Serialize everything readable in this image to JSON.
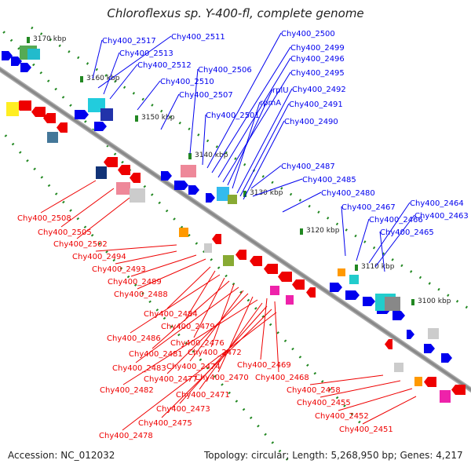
{
  "title": "Chloroflexus sp. Y-400-fl, complete genome",
  "footer": {
    "accession": "Accession: NC_012032",
    "summary": "Topology: circular; Length: 5,268,950 bp; Genes: 4,217"
  },
  "scale_labels": [
    "3170 kbp",
    "3160 kbp",
    "3150 kbp",
    "3140 kbp",
    "3130 kbp",
    "3120 kbp",
    "3110 kbp",
    "3100 kbp"
  ],
  "forward_gene_labels": [
    "Chy400_2517",
    "Chy400_2511",
    "Chy400_2513",
    "Chy400_2512",
    "Chy400_2510",
    "Chy400_2506",
    "Chy400_2507",
    "Chy400_2501",
    "Chy400_2500",
    "Chy400_2499",
    "Chy400_2496",
    "Chy400_2495",
    "rplU",
    "rpmA",
    "Chy400_2492",
    "Chy400_2491",
    "Chy400_2490",
    "Chy400_2487",
    "Chy400_2485",
    "Chy400_2480",
    "Chy400_2467",
    "Chy400_2466",
    "Chy400_2464",
    "Chy400_2463",
    "Chy400_2465"
  ],
  "reverse_gene_labels": [
    "Chy400_2508",
    "Chy400_2505",
    "Chy400_2502",
    "Chy400_2494",
    "Chy400_2493",
    "Chy400_2489",
    "Chy400_2488",
    "Chy400_2484",
    "Chy400_2479",
    "Chy400_2486",
    "Chy400_2476",
    "Chy400_2481",
    "Chy400_2472",
    "Chy400_2483",
    "Chy400_2474",
    "Chy400_2469",
    "Chy400_2477",
    "Chy400_2470",
    "Chy400_2468",
    "Chy400_2482",
    "Chy400_2471",
    "Chy400_2458",
    "Chy400_2473",
    "Chy400_2455",
    "Chy400_2475",
    "Chy400_2452",
    "Chy400_2478",
    "Chy400_2451"
  ],
  "colors": {
    "forward_strand": "#0000ee",
    "reverse_strand": "#ee0000",
    "backbone": "#888888",
    "ticks": "#228822"
  }
}
